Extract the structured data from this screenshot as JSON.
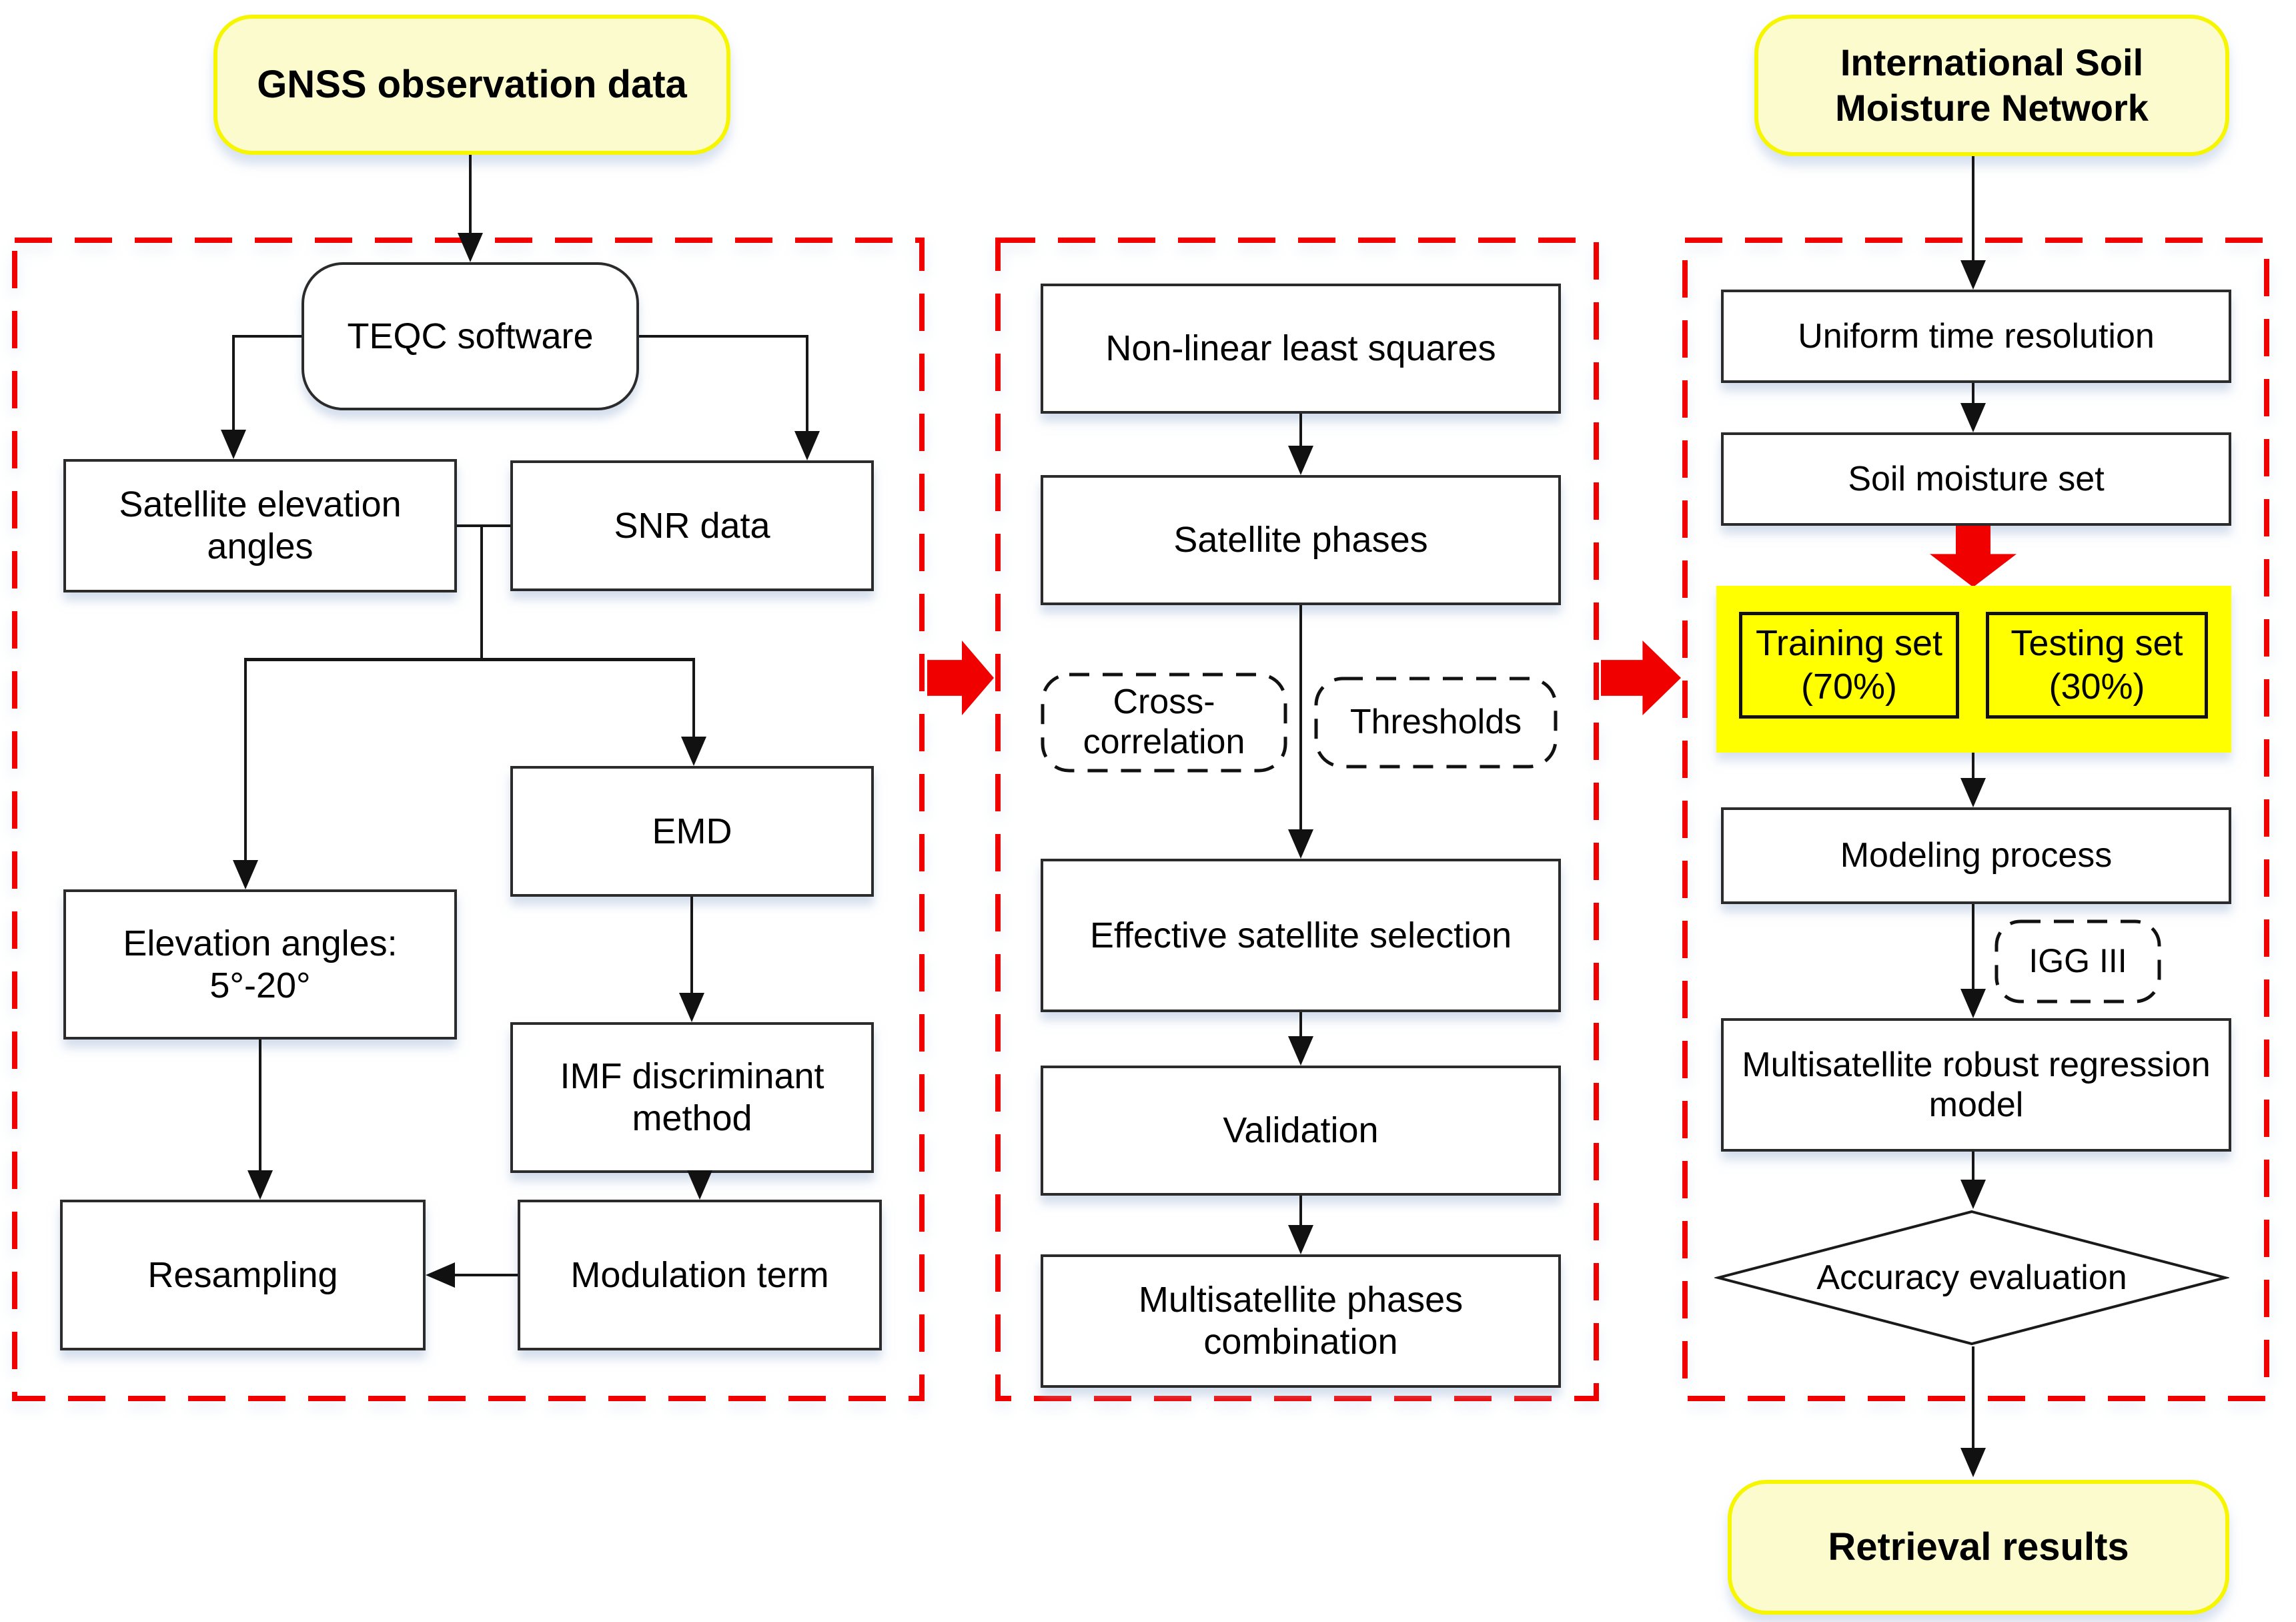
{
  "nodes": {
    "gnss": "GNSS observation data",
    "teqc": "TEQC software",
    "satellite_elevation": "Satellite elevation angles",
    "snr": "SNR data",
    "emd": "EMD",
    "elevation_angles": "Elevation angles: 5°-20°",
    "imf": "IMF discriminant method",
    "resampling": "Resampling",
    "modulation": "Modulation term",
    "nonlinear_least_squares": "Non-linear least squares",
    "satellite_phases": "Satellite phases",
    "cross_correlation": "Cross-correlation",
    "thresholds": "Thresholds",
    "effective_selection": "Effective satellite selection",
    "validation": "Validation",
    "multisatellite_phases": "Multisatellite phases combination",
    "ismn": "International Soil Moisture Network",
    "uniform_time": "Uniform time resolution",
    "soil_moisture_set": "Soil moisture set",
    "training_set": "Training set (70%)",
    "testing_set": "Testing set (30%)",
    "modeling_process": "Modeling process",
    "igg": "IGG III",
    "multisatellite_robust": "Multisatellite robust regression model",
    "accuracy_evaluation": "Accuracy evaluation",
    "retrieval_results": "Retrieval results"
  },
  "colors": {
    "panel_dashed_border": "#f10000",
    "red_arrow": "#f10000",
    "terminal_fill": "#fbfbcd",
    "terminal_border": "#f6f600",
    "highlight_yellow": "#ffff00",
    "box_border": "#2b2b2b",
    "line_black": "#161616"
  }
}
